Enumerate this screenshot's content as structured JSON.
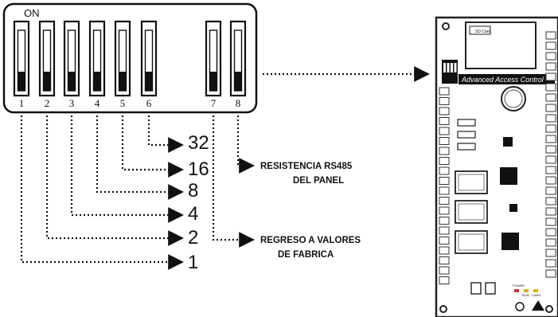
{
  "dip": {
    "on_label": "ON",
    "switch_numbers": [
      "1",
      "2",
      "3",
      "4",
      "5",
      "6",
      "7",
      "8"
    ]
  },
  "values": [
    "32",
    "16",
    "8",
    "4",
    "2",
    "1"
  ],
  "notes": {
    "rs485_line1": "RESISTENCIA RS485",
    "rs485_line2": "DEL PANEL",
    "factory_line1": "REGRESO A VALORES",
    "factory_line2": "DE FABRICA"
  },
  "board": {
    "product_label": "Advanced Access Control",
    "sd_label": "SD Card",
    "led_power": "POWER",
    "led_run": "RUN",
    "led_card": "CARD"
  },
  "colors": {
    "ink": "#111111",
    "board_outline": "#222222",
    "led_red": "#d8342c",
    "led_yellow": "#e0b21a"
  }
}
